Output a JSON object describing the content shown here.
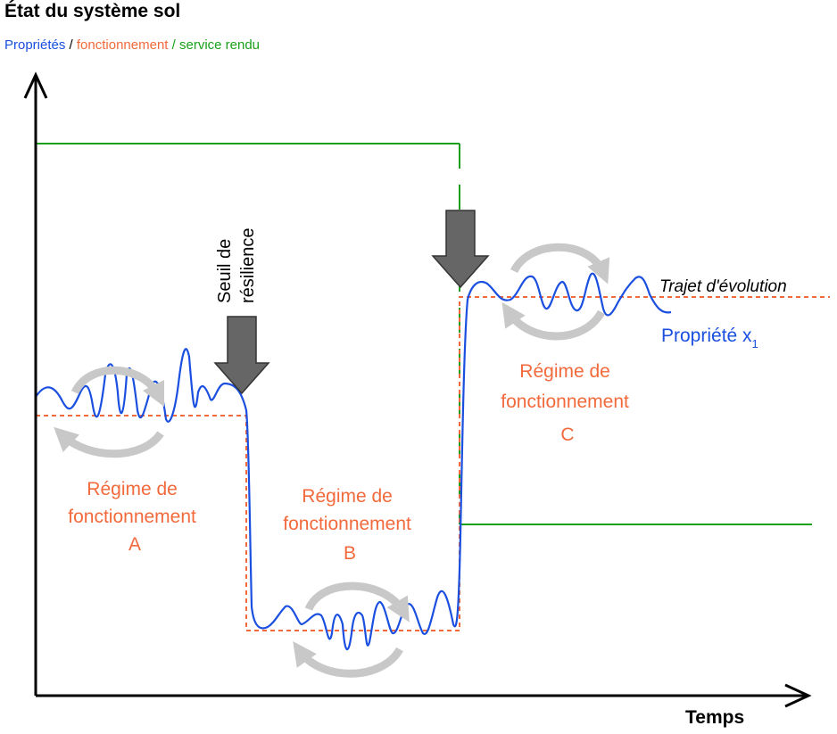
{
  "title": "État du système sol",
  "legend": {
    "properties": "Propriétés",
    "sep1": " / ",
    "functioning": "fonctionnement",
    "sep2": " / ",
    "service": "service rendu"
  },
  "axes": {
    "x_label": "Temps"
  },
  "annotations": {
    "threshold_line1": "Seuil de",
    "threshold_line2": "résilience",
    "trajectory": "Trajet d'évolution",
    "property": "Propriété x",
    "property_subscript": "1"
  },
  "regimes": {
    "a": {
      "line1": "Régime de",
      "line2": "fonctionnement",
      "line3": "A"
    },
    "b": {
      "line1": "Régime de",
      "line2": "fonctionnement",
      "line3": "B"
    },
    "c": {
      "line1": "Régime de",
      "line2": "fonctionnement",
      "line3": "C"
    }
  },
  "colors": {
    "properties": "#1a4fe0",
    "functioning": "#f26a3c",
    "service": "#1aa01a",
    "arrow": "#666666",
    "cycle": "#c8c8c8",
    "axis": "#000000"
  }
}
